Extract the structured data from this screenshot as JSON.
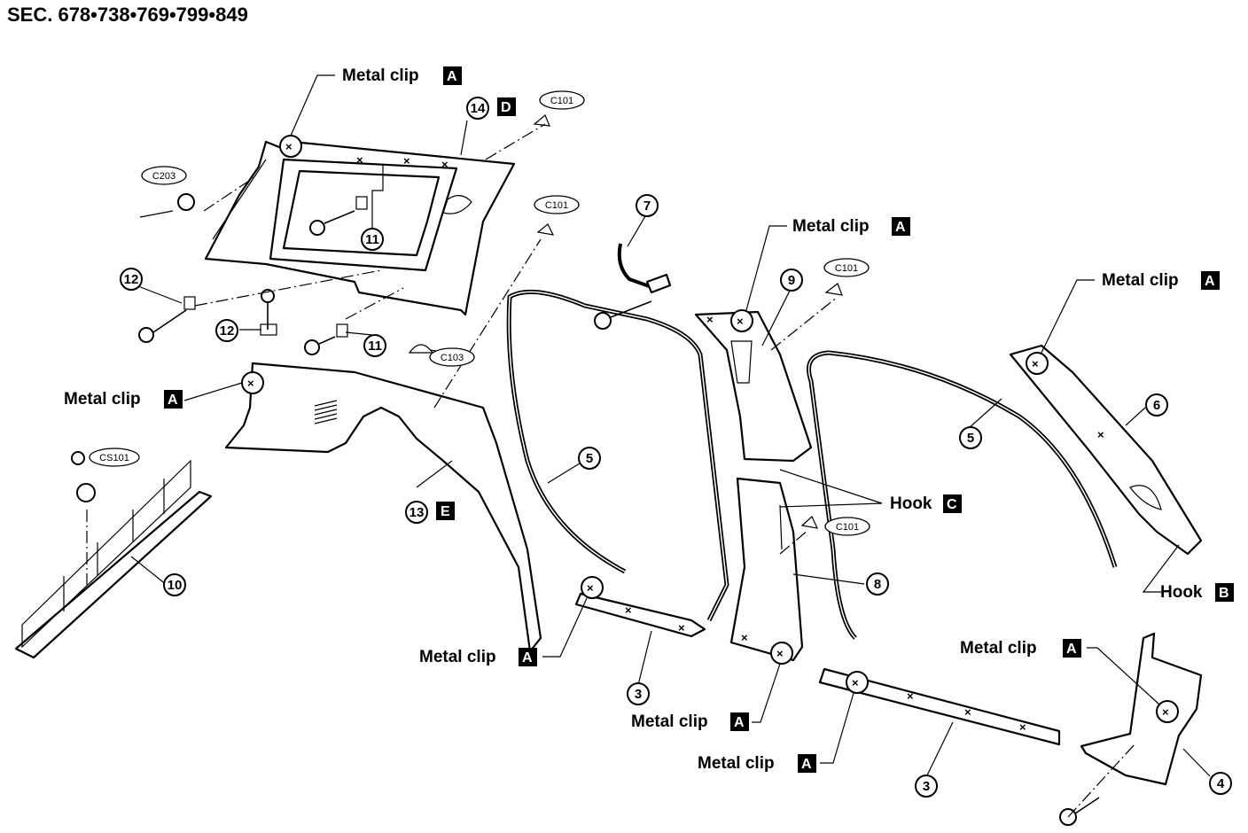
{
  "section_ref": "SEC. 678•738•769•799•849",
  "callouts": {
    "metal_clip": "Metal clip",
    "hook": "Hook",
    "letters": {
      "a": "A",
      "b": "B",
      "c": "C",
      "d": "D",
      "e": "E"
    }
  },
  "part_numbers": [
    "3",
    "4",
    "5",
    "6",
    "7",
    "8",
    "9",
    "10",
    "11",
    "12",
    "13",
    "14"
  ],
  "fastener_codes": {
    "c101": "C101",
    "c103": "C103",
    "c203": "C203",
    "cs101": "CS101"
  }
}
